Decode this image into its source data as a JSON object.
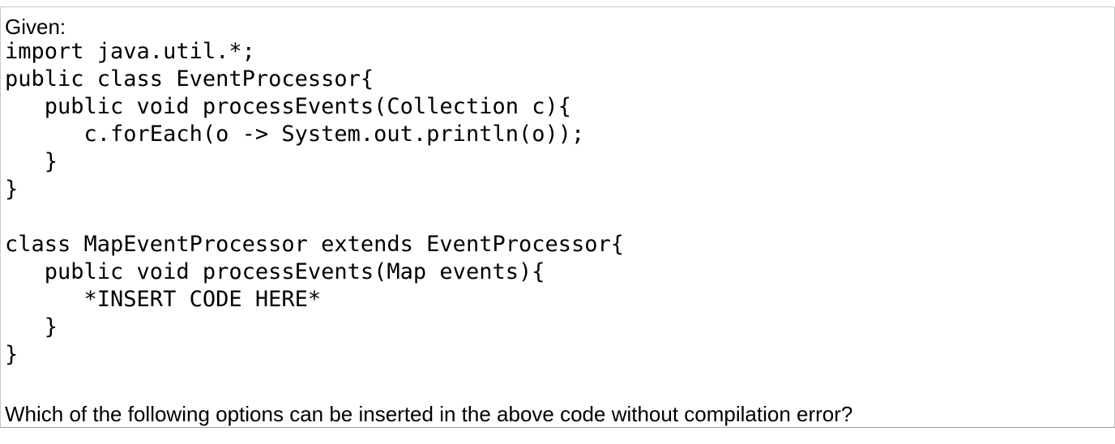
{
  "intro": "Given:",
  "code_lines": [
    "import java.util.*;",
    "public class EventProcessor{",
    "   public void processEvents(Collection c){",
    "      c.forEach(o -> System.out.println(o));",
    "   }",
    "}",
    "",
    "class MapEventProcessor extends EventProcessor{",
    "   public void processEvents(Map events){",
    "      *INSERT CODE HERE*",
    "   }",
    "}"
  ],
  "question": "Which of the following options can be inserted in the above code without compilation error?"
}
